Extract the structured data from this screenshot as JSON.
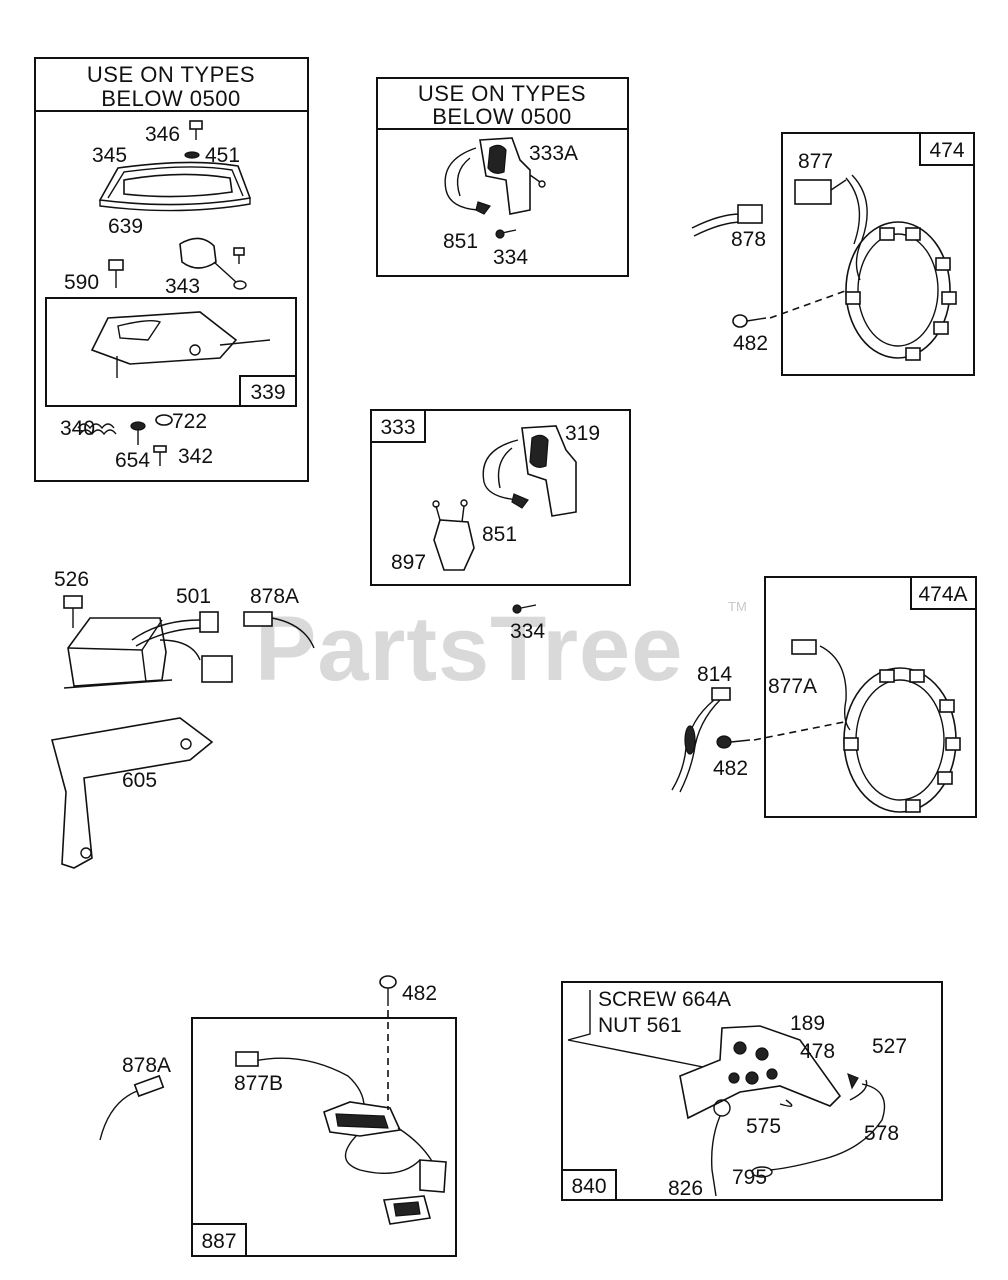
{
  "watermark": {
    "text": "PartsTree",
    "trademark": "TM"
  },
  "panels": {
    "top_left": {
      "header_line1": "USE ON TYPES",
      "header_line2": "BELOW 0500",
      "inner_box_ref": "339"
    },
    "top_center": {
      "header_line1": "USE ON TYPES",
      "header_line2": "BELOW 0500"
    },
    "middle_center": {
      "ref": "333"
    },
    "top_right": {
      "ref": "474"
    },
    "middle_right": {
      "ref": "474A"
    },
    "bottom_center": {
      "ref": "887"
    },
    "bottom_right": {
      "ref": "840",
      "note_line1": "SCREW 664A",
      "note_line2": "NUT 561"
    }
  },
  "part_labels": {
    "p346": "346",
    "p451": "451",
    "p345": "345",
    "p639": "639",
    "p343": "343",
    "p590": "590",
    "p340": "340",
    "p722": "722",
    "p654": "654",
    "p342": "342",
    "p333A": "333A",
    "p851a": "851",
    "p334a": "334",
    "p319": "319",
    "p851b": "851",
    "p897": "897",
    "p334b": "334",
    "p877": "877",
    "p878": "878",
    "p482a": "482",
    "p526": "526",
    "p501": "501",
    "p878A": "878A",
    "p605": "605",
    "p814": "814",
    "p877A": "877A",
    "p482b": "482",
    "p482c": "482",
    "p878A_b": "878A",
    "p877B": "877B",
    "p189": "189",
    "p478": "478",
    "p527": "527",
    "p575": "575",
    "p578": "578",
    "p826": "826",
    "p795": "795"
  }
}
